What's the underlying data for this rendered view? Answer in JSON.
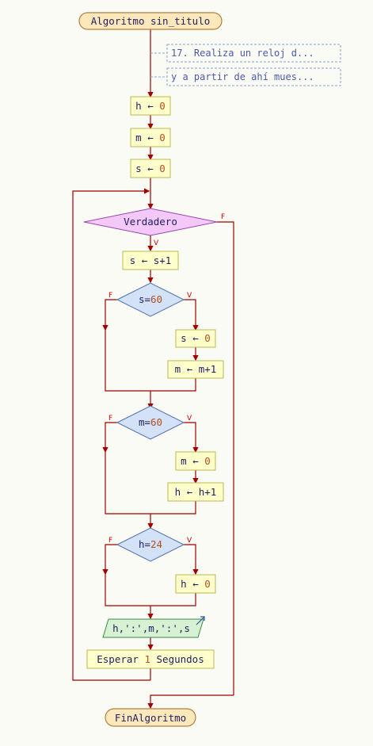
{
  "diagram": {
    "start": "Algoritmo sin_titulo",
    "end": "FinAlgoritmo",
    "comments": [
      "17. Realiza un reloj d...",
      "y a partir de ahí mues..."
    ],
    "init": [
      {
        "var": "h",
        "op": "←",
        "val": "0"
      },
      {
        "var": "m",
        "op": "←",
        "val": "0"
      },
      {
        "var": "s",
        "op": "←",
        "val": "0"
      }
    ],
    "loop_condition": "Verdadero",
    "loop_false_label": "F",
    "loop_true_label": "V",
    "increment_s": "s ← s+1",
    "conditions": [
      {
        "var": "s",
        "op": "=",
        "val": "60",
        "f_label": "F",
        "v_label": "V"
      },
      {
        "var": "m",
        "op": "=",
        "val": "60",
        "f_label": "F",
        "v_label": "V"
      },
      {
        "var": "h",
        "op": "=",
        "val": "24",
        "f_label": "F",
        "v_label": "V"
      }
    ],
    "branch1": [
      {
        "var": "s",
        "op": "←",
        "val": "0"
      },
      {
        "text": "m ← m+1"
      }
    ],
    "branch2": [
      {
        "var": "m",
        "op": "←",
        "val": "0"
      },
      {
        "text": "h ← h+1"
      }
    ],
    "branch3": [
      {
        "var": "h",
        "op": "←",
        "val": "0"
      }
    ],
    "output": "h,':',m,':',s",
    "wait": {
      "pre": "Esperar ",
      "num": "1",
      "post": " Segundos"
    }
  },
  "colors": {
    "line": "#a00000",
    "process_fill": "#ffffcc",
    "decision_fill": "#d4e2f8",
    "loop_decision_fill": "#f4c8f8",
    "terminal_fill": "#fde8bc",
    "output_fill": "#d6f2d2",
    "text": "#1e1e60",
    "number": "#b05020"
  }
}
